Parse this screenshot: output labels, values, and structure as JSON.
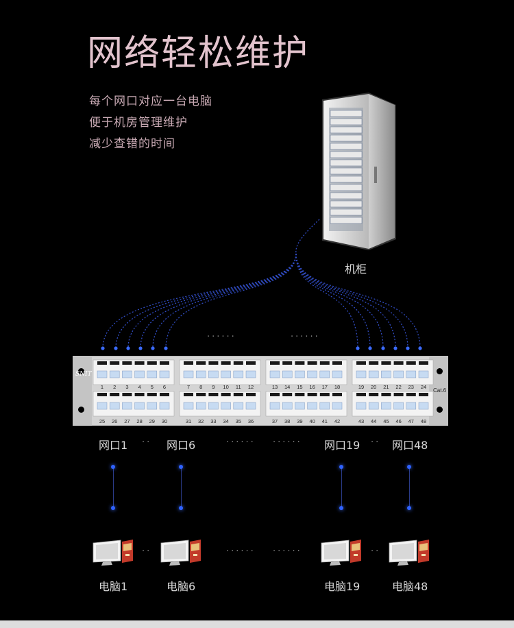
{
  "title": "网络轻松维护",
  "subtitle_lines": [
    "每个网口对应一台电脑",
    "便于机房管理维护",
    "减少查错的时间"
  ],
  "cabinet_label": "机柜",
  "panel": {
    "brand": "SNIT",
    "category": "Cat.6",
    "top_numbers": [
      "1",
      "2",
      "3",
      "4",
      "5",
      "6",
      "7",
      "8",
      "9",
      "10",
      "11",
      "12",
      "13",
      "14",
      "15",
      "16",
      "17",
      "18",
      "19",
      "20",
      "21",
      "22",
      "23",
      "24"
    ],
    "bottom_numbers": [
      "25",
      "26",
      "27",
      "28",
      "29",
      "30",
      "31",
      "32",
      "33",
      "34",
      "35",
      "36",
      "37",
      "38",
      "39",
      "40",
      "41",
      "42",
      "43",
      "44",
      "45",
      "46",
      "47",
      "48"
    ]
  },
  "port_labels": [
    "网口1",
    "网口6",
    "网口19",
    "网口48"
  ],
  "pc_labels": [
    "电脑1",
    "电脑6",
    "电脑19",
    "电脑48"
  ],
  "ellipsis": [
    "······",
    "··"
  ],
  "colors": {
    "title": "#e2c3cd",
    "accent_blue": "#2f62ff",
    "panel": "#d4d4d4"
  }
}
